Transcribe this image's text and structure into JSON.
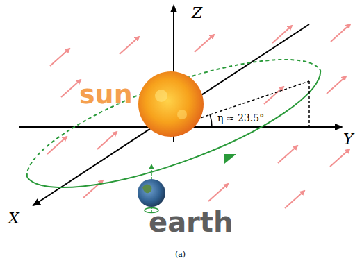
{
  "diagram": {
    "caption": "(a)",
    "nodes": [
      {
        "text": [
          "sun"
        ]
      },
      {
        "text": [
          "earth"
        ]
      }
    ],
    "labels": [
      "Z",
      "Y",
      "X",
      "η ≈ 23.5°"
    ]
  }
}
